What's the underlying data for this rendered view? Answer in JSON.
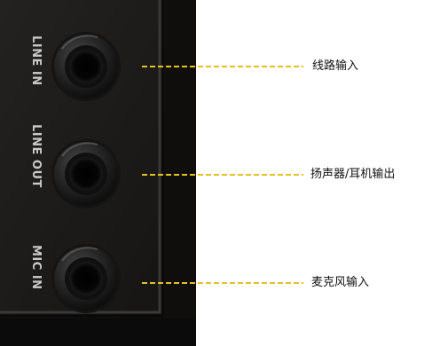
{
  "panel": {
    "ports": [
      {
        "silkscreen": "LINE IN",
        "callout": "线路输入"
      },
      {
        "silkscreen": "LINE OUT",
        "callout": "扬声器/耳机输出"
      },
      {
        "silkscreen": "MIC IN",
        "callout": "麦克风输入"
      }
    ]
  },
  "colors": {
    "background": "#ffffff",
    "panel": "#1b1a19",
    "panel_edge": "#090808",
    "silkscreen": "#c9c9c9",
    "leader_line": "#e8c020",
    "label_text": "#111111"
  },
  "icons": [
    "audio-jack-icon",
    "audio-jack-icon",
    "audio-jack-icon"
  ]
}
